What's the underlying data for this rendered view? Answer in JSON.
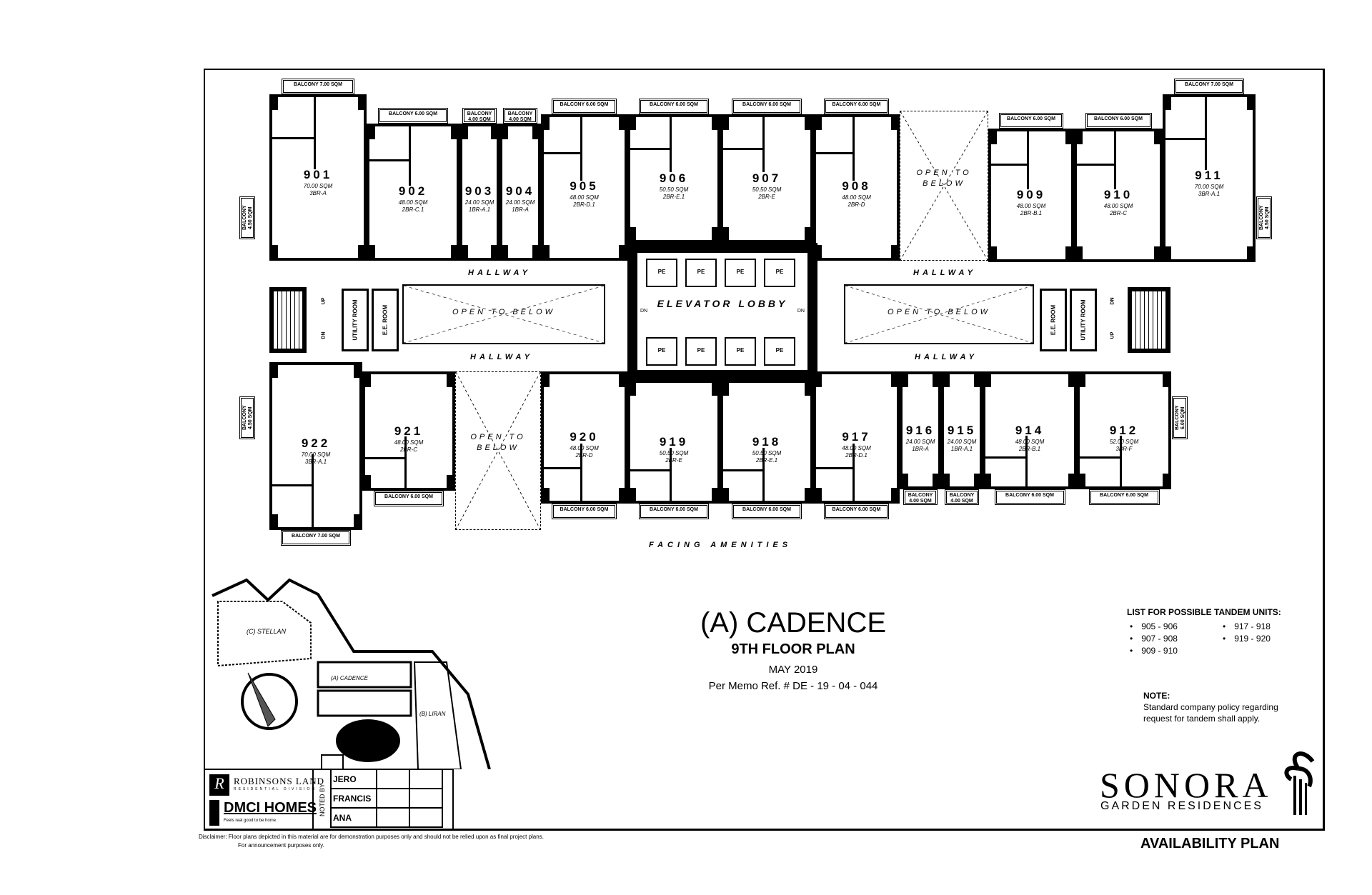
{
  "plan": {
    "units_top": [
      {
        "id": "901",
        "area": "70.00 SQM",
        "type": "3BR-A",
        "balcony": "BALCONY 7.00 SQM",
        "side_balcony": "BALCONY 4.50 SQM"
      },
      {
        "id": "902",
        "area": "48.00 SQM",
        "type": "2BR-C.1",
        "balcony": "BALCONY 6.00 SQM"
      },
      {
        "id": "903",
        "area": "24.00 SQM",
        "type": "1BR-A.1",
        "balcony": "BALCONY 4.00 SQM"
      },
      {
        "id": "904",
        "area": "24.00 SQM",
        "type": "1BR-A",
        "balcony": "BALCONY 4.00 SQM"
      },
      {
        "id": "905",
        "area": "48.00 SQM",
        "type": "2BR-D.1",
        "balcony": "BALCONY 6.00 SQM"
      },
      {
        "id": "906",
        "area": "50.50 SQM",
        "type": "2BR-E.1",
        "balcony": "BALCONY 6.00 SQM"
      },
      {
        "id": "907",
        "area": "50.50 SQM",
        "type": "2BR-E",
        "balcony": "BALCONY 6.00 SQM"
      },
      {
        "id": "908",
        "area": "48.00 SQM",
        "type": "2BR-D",
        "balcony": "BALCONY 6.00 SQM"
      },
      {
        "id": "909",
        "area": "48.00 SQM",
        "type": "2BR-B.1",
        "balcony": "BALCONY 6.00 SQM"
      },
      {
        "id": "910",
        "area": "48.00 SQM",
        "type": "2BR-C",
        "balcony": "BALCONY 6.00 SQM"
      },
      {
        "id": "911",
        "area": "70.00 SQM",
        "type": "3BR-A.1",
        "balcony": "BALCONY 7.00 SQM",
        "side_balcony": "BALCONY 4.50 SQM"
      }
    ],
    "units_bottom": [
      {
        "id": "922",
        "area": "70.00 SQM",
        "type": "3BR-A.1",
        "balcony": "BALCONY 7.00 SQM",
        "side_balcony": "BALCONY 4.50 SQM"
      },
      {
        "id": "921",
        "area": "48.00 SQM",
        "type": "2BR-C",
        "balcony": "BALCONY 6.00 SQM"
      },
      {
        "id": "920",
        "area": "48.00 SQM",
        "type": "2BR-D",
        "balcony": "BALCONY 6.00 SQM"
      },
      {
        "id": "919",
        "area": "50.50 SQM",
        "type": "2BR-E",
        "balcony": "BALCONY 6.00 SQM"
      },
      {
        "id": "918",
        "area": "50.50 SQM",
        "type": "2BR-E.1",
        "balcony": "BALCONY 6.00 SQM"
      },
      {
        "id": "917",
        "area": "48.00 SQM",
        "type": "2BR-D.1",
        "balcony": "BALCONY 6.00 SQM"
      },
      {
        "id": "916",
        "area": "24.00 SQM",
        "type": "1BR-A",
        "balcony": "BALCONY 4.00 SQM"
      },
      {
        "id": "915",
        "area": "24.00 SQM",
        "type": "1BR-A.1",
        "balcony": "BALCONY 4.00 SQM"
      },
      {
        "id": "914",
        "area": "48.00 SQM",
        "type": "2BR-B.1",
        "balcony": "BALCONY 6.00 SQM"
      },
      {
        "id": "912",
        "area": "52.00 SQM",
        "type": "3BR-F",
        "balcony": "BALCONY 6.00 SQM",
        "side_balcony": "BALCONY 6.00 SQM"
      }
    ],
    "hallway_label": "HALLWAY",
    "open_to_below": "OPEN TO BELOW",
    "elevator_lobby": "ELEVATOR LOBBY",
    "elevator_code": "PE",
    "down_label": "DN",
    "up_label": "UP",
    "utility_room": "UTILITY ROOM",
    "ee_room": "E.E. ROOM",
    "facing": "FACING AMENITIES"
  },
  "site_map": {
    "labels": [
      "(C) STELLAN",
      "(A) CADENCE",
      "(B) LIRAN"
    ]
  },
  "title": {
    "building": "(A) CADENCE",
    "floor": "9TH FLOOR PLAN",
    "date": "MAY 2019",
    "memo": "Per Memo Ref. # DE - 19 - 04 - 044"
  },
  "tandem": {
    "heading": "LIST FOR POSSIBLE TANDEM UNITS:",
    "items": [
      "905 - 906",
      "907 - 908",
      "909 - 910",
      "917 - 918",
      "919 - 920"
    ]
  },
  "note": {
    "heading": "NOTE:",
    "text": "Standard company policy regarding request for tandem shall apply."
  },
  "brand": {
    "name": "SONORA",
    "sub": "GARDEN RESIDENCES",
    "robinsons": "ROBINSONS LAND",
    "robinsons_sub": "RESIDENTIAL DIVISION",
    "dmci": "DMCI HOMES",
    "dmci_tagline": "Feels real good to be home"
  },
  "noted_by": {
    "label": "NOTED BY",
    "names": [
      "JERO",
      "FRANCIS",
      "ANA"
    ]
  },
  "footer": {
    "availability": "AVAILABILITY PLAN",
    "disclaimer_1": "Disclaimer:  Floor plans depicted in this material are for demonstration purposes only and should not be relied upon as final project plans.",
    "disclaimer_2": "For announcement purposes only."
  }
}
